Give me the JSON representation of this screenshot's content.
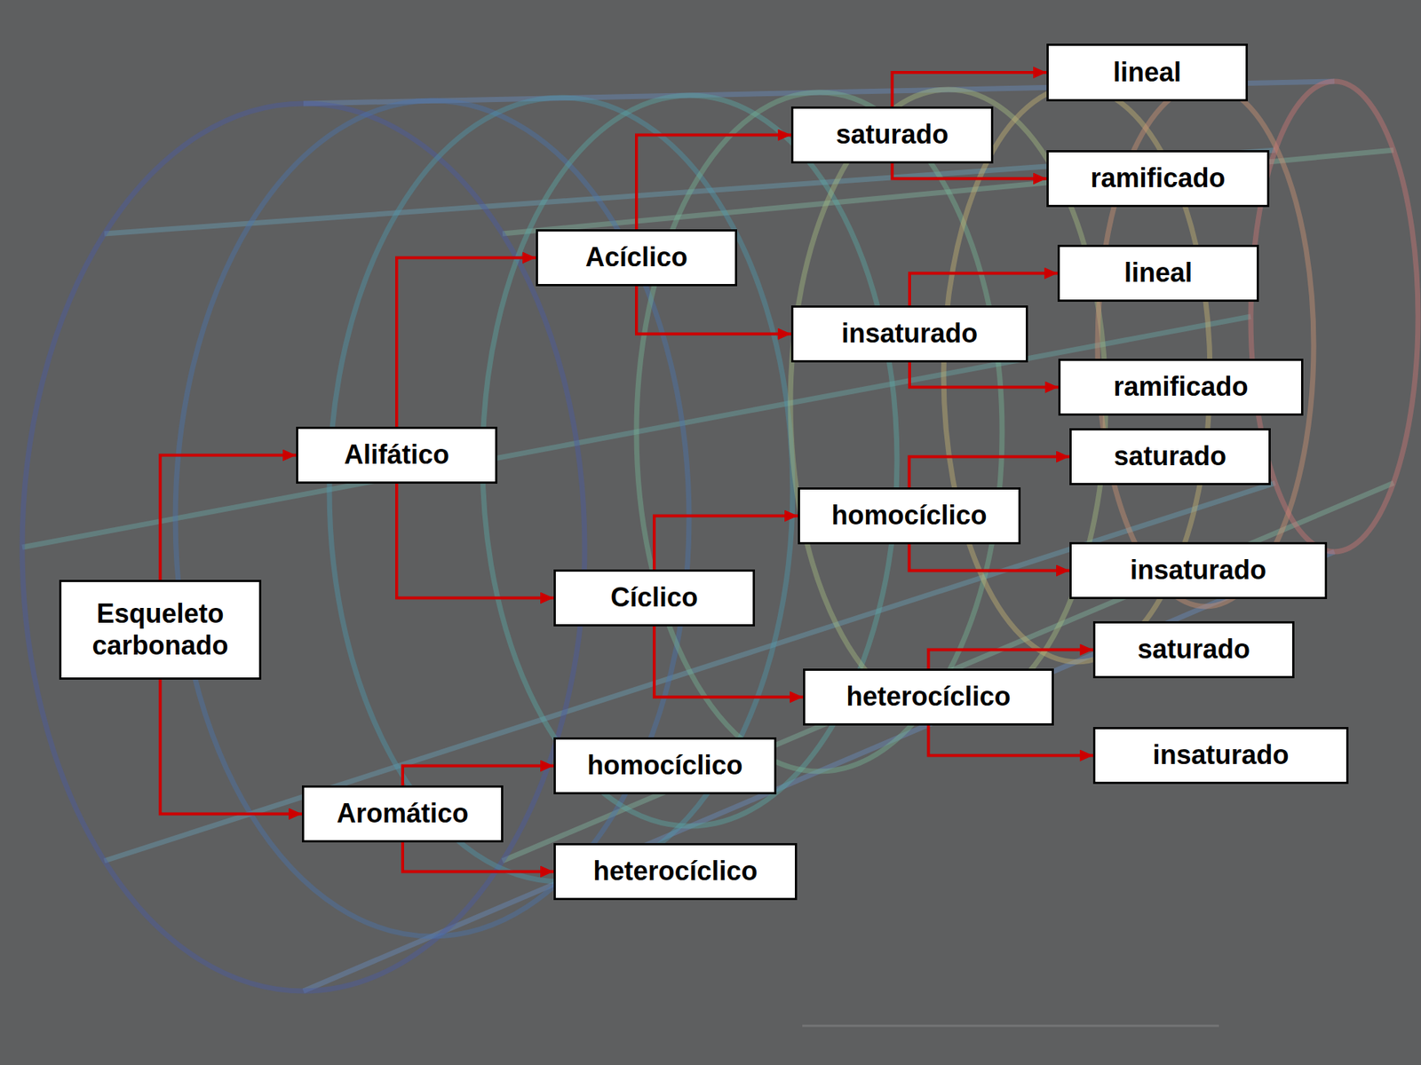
{
  "diagram": {
    "nodes": [
      {
        "text": [
          "Esqueleto carbonado"
        ]
      },
      {
        "text": [
          "Alifático"
        ]
      },
      {
        "text": [
          "Acíclico"
        ]
      },
      {
        "text": [
          "saturado"
        ]
      },
      {
        "text": [
          "lineal"
        ]
      },
      {
        "text": [
          "ramificado"
        ]
      },
      {
        "text": [
          "insaturado"
        ]
      },
      {
        "text": [
          "lineal"
        ]
      },
      {
        "text": [
          "ramificado"
        ]
      },
      {
        "text": [
          "Cíclico"
        ]
      },
      {
        "text": [
          "homocíclico"
        ]
      },
      {
        "text": [
          "saturado"
        ]
      },
      {
        "text": [
          "insaturado"
        ]
      },
      {
        "text": [
          "heterocíclico"
        ]
      },
      {
        "text": [
          "saturado"
        ]
      },
      {
        "text": [
          "insaturado"
        ]
      },
      {
        "text": [
          "Aromático"
        ]
      },
      {
        "text": [
          "homocíclico"
        ]
      },
      {
        "text": [
          "heterocíclico"
        ]
      }
    ],
    "edges": [
      {
        "from": 0,
        "to": 1,
        "arrow": "to"
      },
      {
        "from": 0,
        "to": 16,
        "arrow": "to"
      },
      {
        "from": 1,
        "to": 2,
        "arrow": "to"
      },
      {
        "from": 1,
        "to": 9,
        "arrow": "to"
      },
      {
        "from": 2,
        "to": 3,
        "arrow": "to"
      },
      {
        "from": 2,
        "to": 6,
        "arrow": "to"
      },
      {
        "from": 3,
        "to": 4,
        "arrow": "to"
      },
      {
        "from": 3,
        "to": 5,
        "arrow": "to"
      },
      {
        "from": 6,
        "to": 7,
        "arrow": "to"
      },
      {
        "from": 6,
        "to": 8,
        "arrow": "to"
      },
      {
        "from": 9,
        "to": 10,
        "arrow": "to"
      },
      {
        "from": 9,
        "to": 13,
        "arrow": "to"
      },
      {
        "from": 10,
        "to": 11,
        "arrow": "to"
      },
      {
        "from": 10,
        "to": 12,
        "arrow": "to"
      },
      {
        "from": 13,
        "to": 14,
        "arrow": "to"
      },
      {
        "from": 13,
        "to": 15,
        "arrow": "to"
      },
      {
        "from": 16,
        "to": 17,
        "arrow": "to"
      },
      {
        "from": 16,
        "to": 18,
        "arrow": "to"
      }
    ]
  }
}
